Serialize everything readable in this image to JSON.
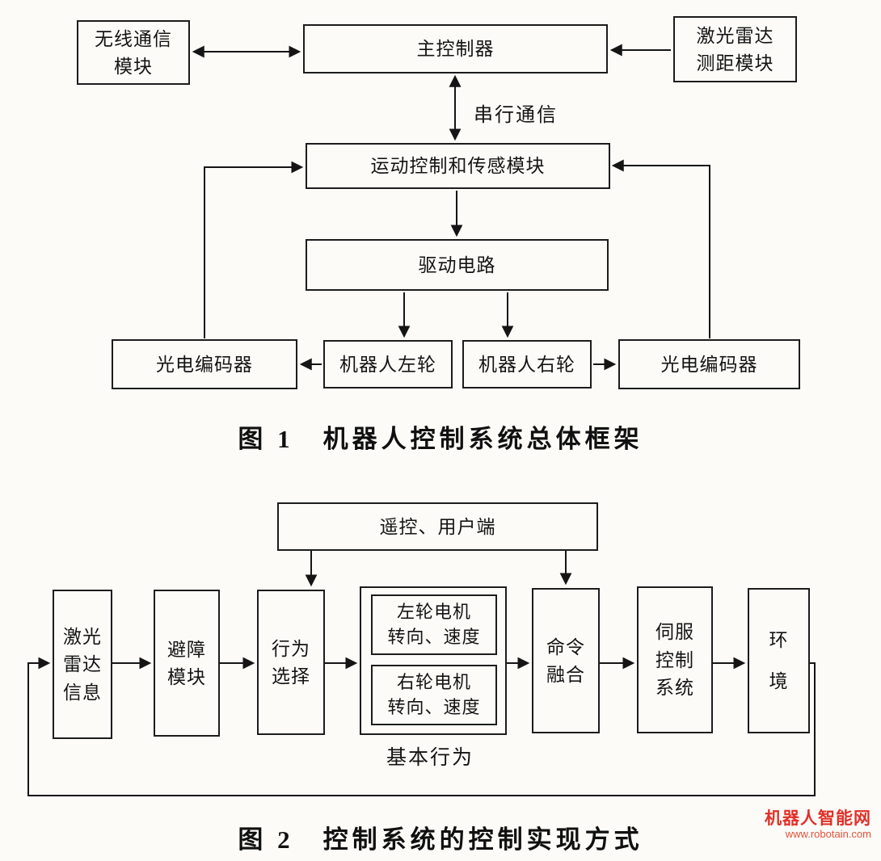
{
  "figure1": {
    "caption": "图 1　机器人控制系统总体框架",
    "serial_label": "串行通信",
    "boxes": {
      "wireless": "无线通信\n模块",
      "main_controller": "主控制器",
      "lidar_ranging": "激光雷达\n测距模块",
      "motion_module": "运动控制和传感模块",
      "drive_circuit": "驱动电路",
      "left_wheel": "机器人左轮",
      "right_wheel": "机器人右轮",
      "encoder_left": "光电编码器",
      "encoder_right": "光电编码器"
    }
  },
  "figure2": {
    "caption": "图 2　控制系统的控制实现方式",
    "basic_behavior_label": "基本行为",
    "boxes": {
      "remote_user": "遥控、用户端",
      "lidar_info": "激光\n雷达\n信息",
      "obstacle": "避障\n模块",
      "behavior_select": "行为\n选择",
      "left_motor": "左轮电机\n转向、速度",
      "right_motor": "右轮电机\n转向、速度",
      "command_fusion": "命令\n融合",
      "servo": "伺服\n控制\n系统",
      "environment": "环\n境"
    }
  },
  "watermark": {
    "site_name": "机器人智能网",
    "site_url": "www.robotain.com",
    "color": "#e03028"
  }
}
